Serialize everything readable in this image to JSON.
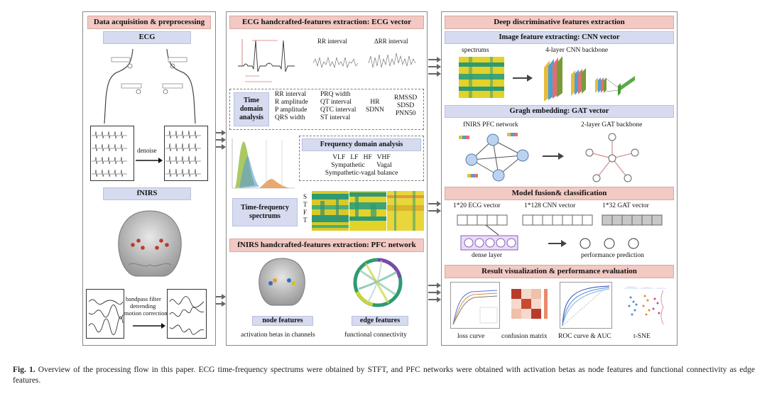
{
  "panels": {
    "left": {
      "title": "Data acquisition & preprocessing",
      "ecg_label": "ECG",
      "denoise": "denoise",
      "fnirs_label": "fNIRS",
      "filter_lines": [
        "bandpass filter",
        "detrending",
        "motion correction"
      ]
    },
    "middle": {
      "title": "ECG handcrafted-features extraction: ECG vector",
      "rr_interval": "RR interval",
      "delta_rr_interval": "ΔRR interval",
      "time_domain_label": "Time domain analysis",
      "time_domain_cols": [
        [
          "RR interval",
          "R amplitude",
          "P amplitude",
          "QRS width"
        ],
        [
          "PRQ width",
          "QT interval",
          "QTC interval",
          "ST interval"
        ],
        [
          "HR",
          "SDNN"
        ],
        [
          "RMSSD",
          "SDSD",
          "PNN50"
        ]
      ],
      "freq_title": "Frequency domain analysis",
      "freq_row1": "VLF   LF   HF   VHF",
      "freq_row2": "Sympathetic       Vagal",
      "freq_row3": "Sympathetic-vagal balance",
      "tf_label": "Time-frequency spectrums",
      "stft_letters": [
        "S",
        "T",
        "F",
        "T"
      ],
      "fnirs_title": "fNIRS handcrafted-features extraction: PFC network",
      "node_features": "node features",
      "node_desc": "activation betas in channels",
      "edge_features": "edge features",
      "edge_desc": "functional connectivity"
    },
    "right": {
      "title": "Deep discriminative features extraction",
      "cnn_sub": "Image feature extracting: CNN vector",
      "spectrums": "spectrums",
      "cnn_backbone": "4-layer CNN backbone",
      "gat_sub": "Gragh embedding: GAT vector",
      "pfc_network": "fNIRS PFC network",
      "gat_backbone": "2-layer GAT backbone",
      "fusion_title": "Model fusion& classification",
      "ecg_vec": "1*20 ECG vector",
      "cnn_vec": "1*128 CNN vector",
      "gat_vec": "1*32 GAT vector",
      "dense": "dense layer",
      "perf": "performance prediction",
      "result_title": "Result visualization & performance evaluation",
      "result_labels": [
        "loss curve",
        "confusion matrix",
        "ROC curve & AUC",
        "t-SNE"
      ]
    }
  },
  "caption": {
    "fig": "Fig. 1.",
    "text": "Overview of the processing flow in this paper. ECG time-frequency spectrums were obtained by STFT, and PFC networks were obtained with activation betas as node features and functional connectivity as edge features."
  },
  "colors": {
    "header_pink": "#f2c9c3",
    "sub_blue": "#d6dbef",
    "spectrum_yellow": "#e3d22a",
    "spectrum_green": "#2f9a72"
  }
}
